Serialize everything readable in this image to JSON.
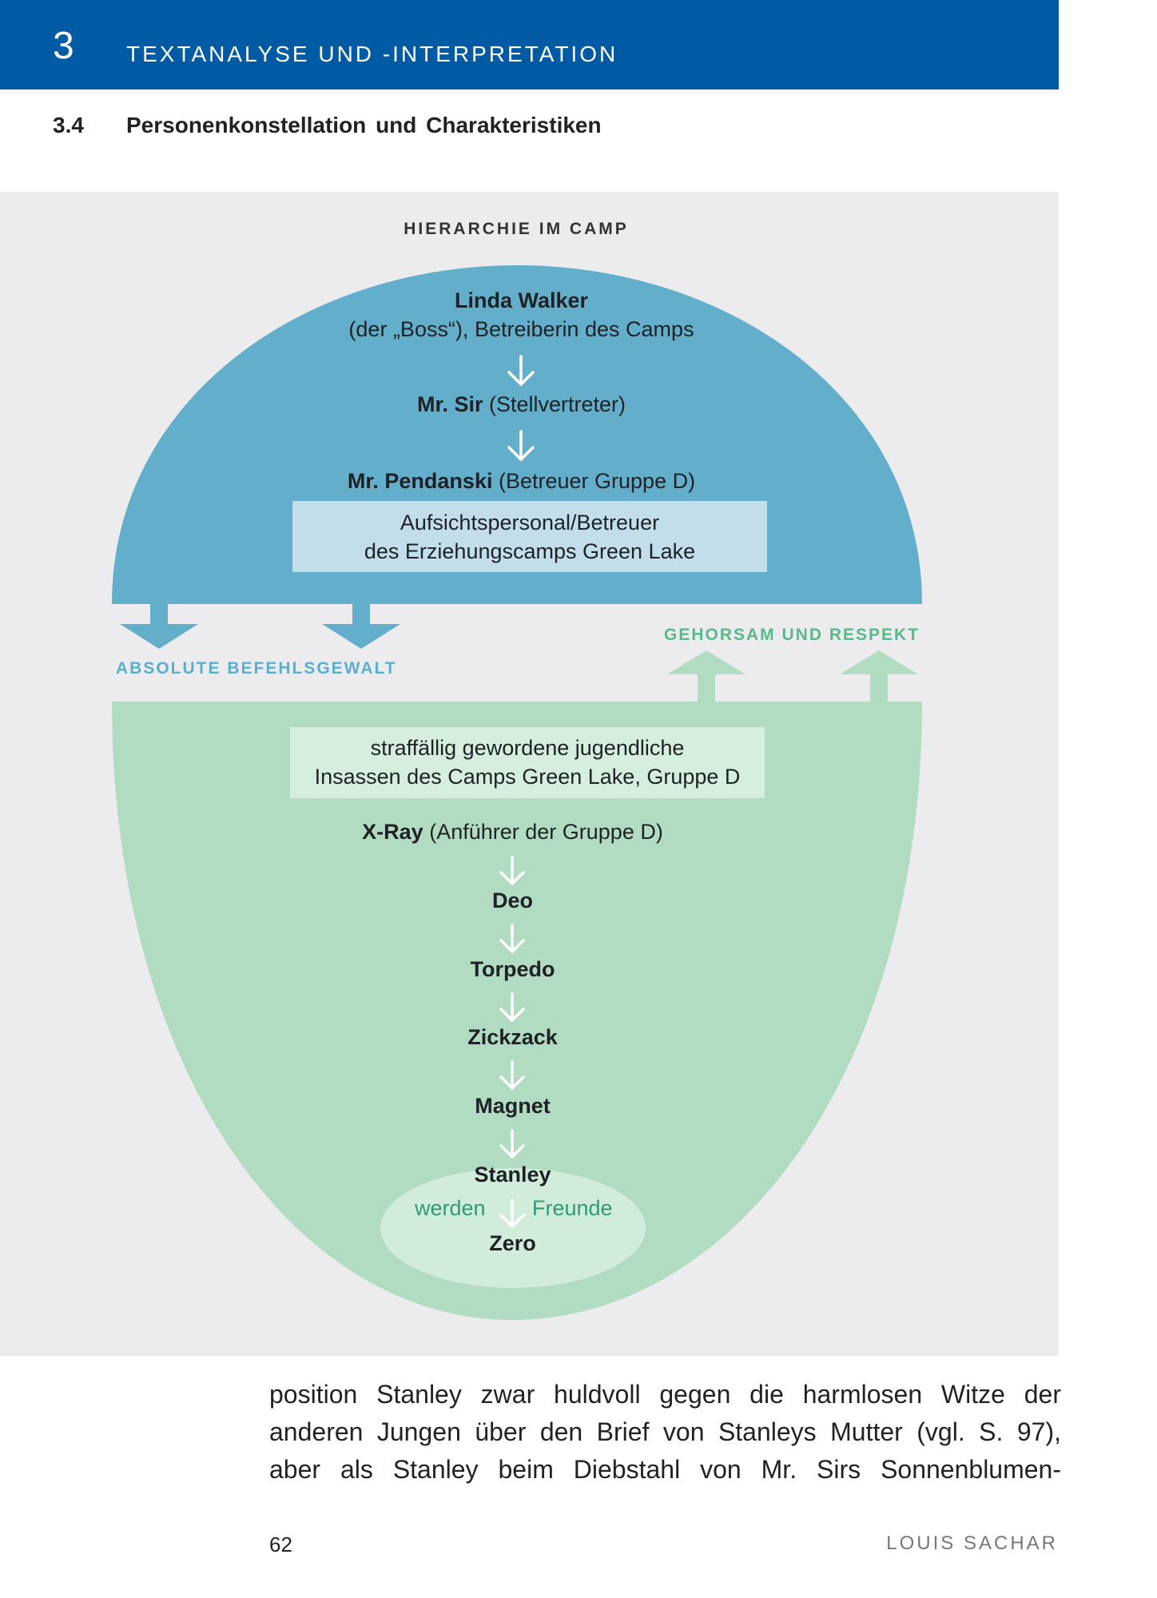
{
  "header": {
    "chapter_number": "3",
    "chapter_title": "TEXTANALYSE UND -INTERPRETATION",
    "section_number": "3.4",
    "section_title": "Personenkonstellation und Charakteristiken"
  },
  "diagram": {
    "title": "HIERARCHIE IM CAMP",
    "staff": {
      "linda_name": "Linda Walker",
      "linda_desc": "(der „Boss“), Betreiberin des Camps",
      "mrsir_name": "Mr. Sir",
      "mrsir_desc": "(Stellvertreter)",
      "pendanski_name": "Mr. Pendanski",
      "pendanski_desc": "(Betreuer Gruppe D)",
      "box_line1": "Aufsichtspersonal/Betreuer",
      "box_line2": "des Erziehungscamps Green Lake"
    },
    "label_command": "ABSOLUTE BEFEHLSGEWALT",
    "label_obedience": "GEHORSAM UND RESPEKT",
    "inmates": {
      "box_line1": "straffällig gewordene jugendliche",
      "box_line2": "Insassen des Camps Green Lake, Gruppe D",
      "xray_name": "X-Ray",
      "xray_desc": "(Anführer der Gruppe D)",
      "chain": [
        "Deo",
        "Torpedo",
        "Zickzack",
        "Magnet",
        "Stanley"
      ],
      "friends_left": "werden",
      "friends_right": "Freunde",
      "last": "Zero"
    },
    "colors": {
      "staff_fill": "#63afcb",
      "staff_box": "#c2deeb",
      "inmates_fill": "#b2dcc1",
      "inmates_box": "#d6eedd",
      "friends_ellipse": "#d2ecdc",
      "background": "#ececee"
    }
  },
  "body": {
    "line1": "position Stanley zwar huldvoll gegen die harmlosen Witze der",
    "line2": "anderen Jungen über den Brief von Stanleys Mutter (vgl. S. 97),",
    "line3": "aber als Stanley beim Diebstahl von Mr. Sirs Sonnenblumen-"
  },
  "footer": {
    "page_number": "62",
    "author": "LOUIS SACHAR"
  }
}
